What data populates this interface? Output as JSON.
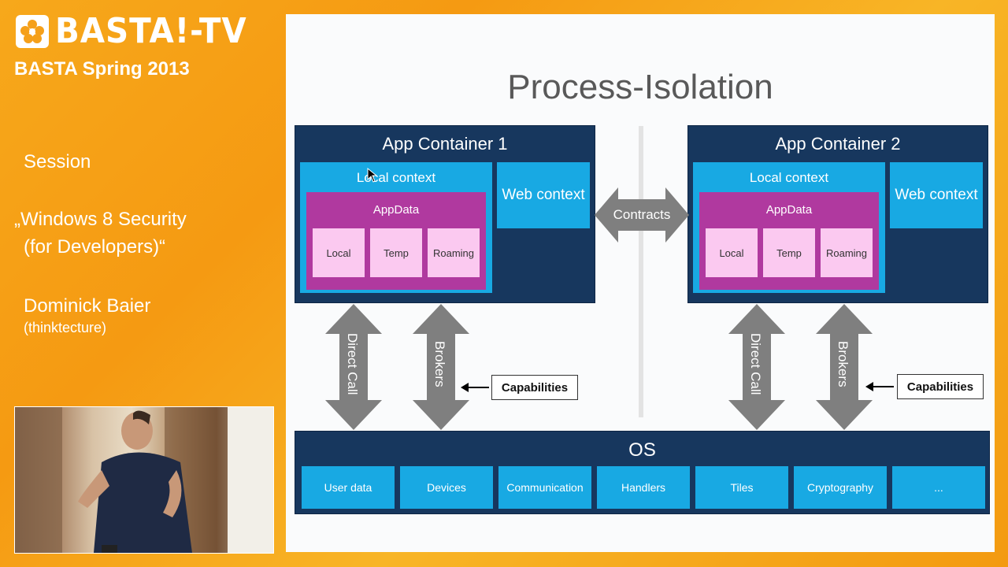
{
  "brand": {
    "logo_text": "BASTA!-TV",
    "event": "BASTA Spring 2013"
  },
  "session": {
    "label": "Session",
    "title_line1": "„Windows 8 Security",
    "title_line2": "(for Developers)“",
    "speaker": "Dominick Baier",
    "company": "(thinktecture)"
  },
  "slide": {
    "title": "Process-Isolation",
    "containers": [
      {
        "title": "App Container 1",
        "local_context": "Local context",
        "appdata": "AppData",
        "stores": [
          "Local",
          "Temp",
          "Roaming"
        ],
        "web_context": "Web context"
      },
      {
        "title": "App Container 2",
        "local_context": "Local context",
        "appdata": "AppData",
        "stores": [
          "Local",
          "Temp",
          "Roaming"
        ],
        "web_context": "Web context"
      }
    ],
    "contracts": "Contracts",
    "direct_call": "Direct Call",
    "brokers": "Brokers",
    "capabilities": "Capabilities",
    "os": {
      "title": "OS",
      "items": [
        "User data",
        "Devices",
        "Communication",
        "Handlers",
        "Tiles",
        "Cryptography",
        "..."
      ]
    }
  },
  "colors": {
    "background": "#f7a81b",
    "container": "#17375e",
    "context": "#18a9e3",
    "appdata": "#b0399f",
    "store": "#fbc9f0",
    "arrow": "#7f7f7f"
  }
}
